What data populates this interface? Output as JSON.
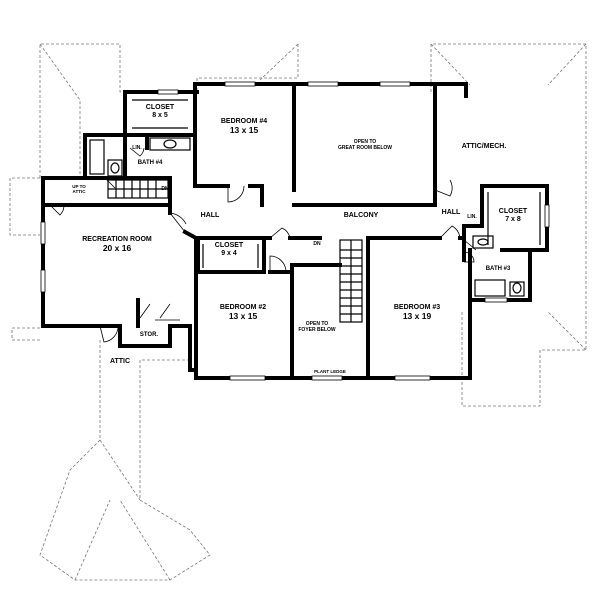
{
  "rooms": {
    "closet_top": {
      "name": "CLOSET",
      "size": "8 x 5"
    },
    "bedroom4": {
      "name": "BEDROOM #4",
      "size": "13 x 15"
    },
    "open_great": {
      "line1": "OPEN TO",
      "line2": "GREAT ROOM BELOW"
    },
    "attic_mech": {
      "name": "ATTIC/MECH."
    },
    "lin_top": {
      "name": "LIN."
    },
    "bath4": {
      "name": "BATH #4"
    },
    "up_attic": {
      "line1": "UP TO",
      "line2": "ATTIC"
    },
    "dn_top": {
      "name": "DN"
    },
    "hall_left": {
      "name": "HALL"
    },
    "balcony": {
      "name": "BALCONY"
    },
    "hall_right": {
      "name": "HALL"
    },
    "lin_right": {
      "name": "LIN."
    },
    "closet_right": {
      "name": "CLOSET",
      "size": "7 x 8"
    },
    "recreation": {
      "name": "RECREATION ROOM",
      "size": "20 x 16"
    },
    "closet_mid": {
      "name": "CLOSET",
      "size": "9 x 4"
    },
    "dn_mid": {
      "name": "DN"
    },
    "bath3": {
      "name": "BATH #3"
    },
    "bedroom2": {
      "name": "BEDROOM #2",
      "size": "13 x 15"
    },
    "open_foyer": {
      "line1": "OPEN TO",
      "line2": "FOYER BELOW"
    },
    "bedroom3": {
      "name": "BEDROOM #3",
      "size": "13 x 19"
    },
    "stor": {
      "name": "STOR."
    },
    "attic": {
      "name": "ATTIC"
    },
    "plant_ledge": {
      "name": "PLANT LEDGE"
    }
  }
}
